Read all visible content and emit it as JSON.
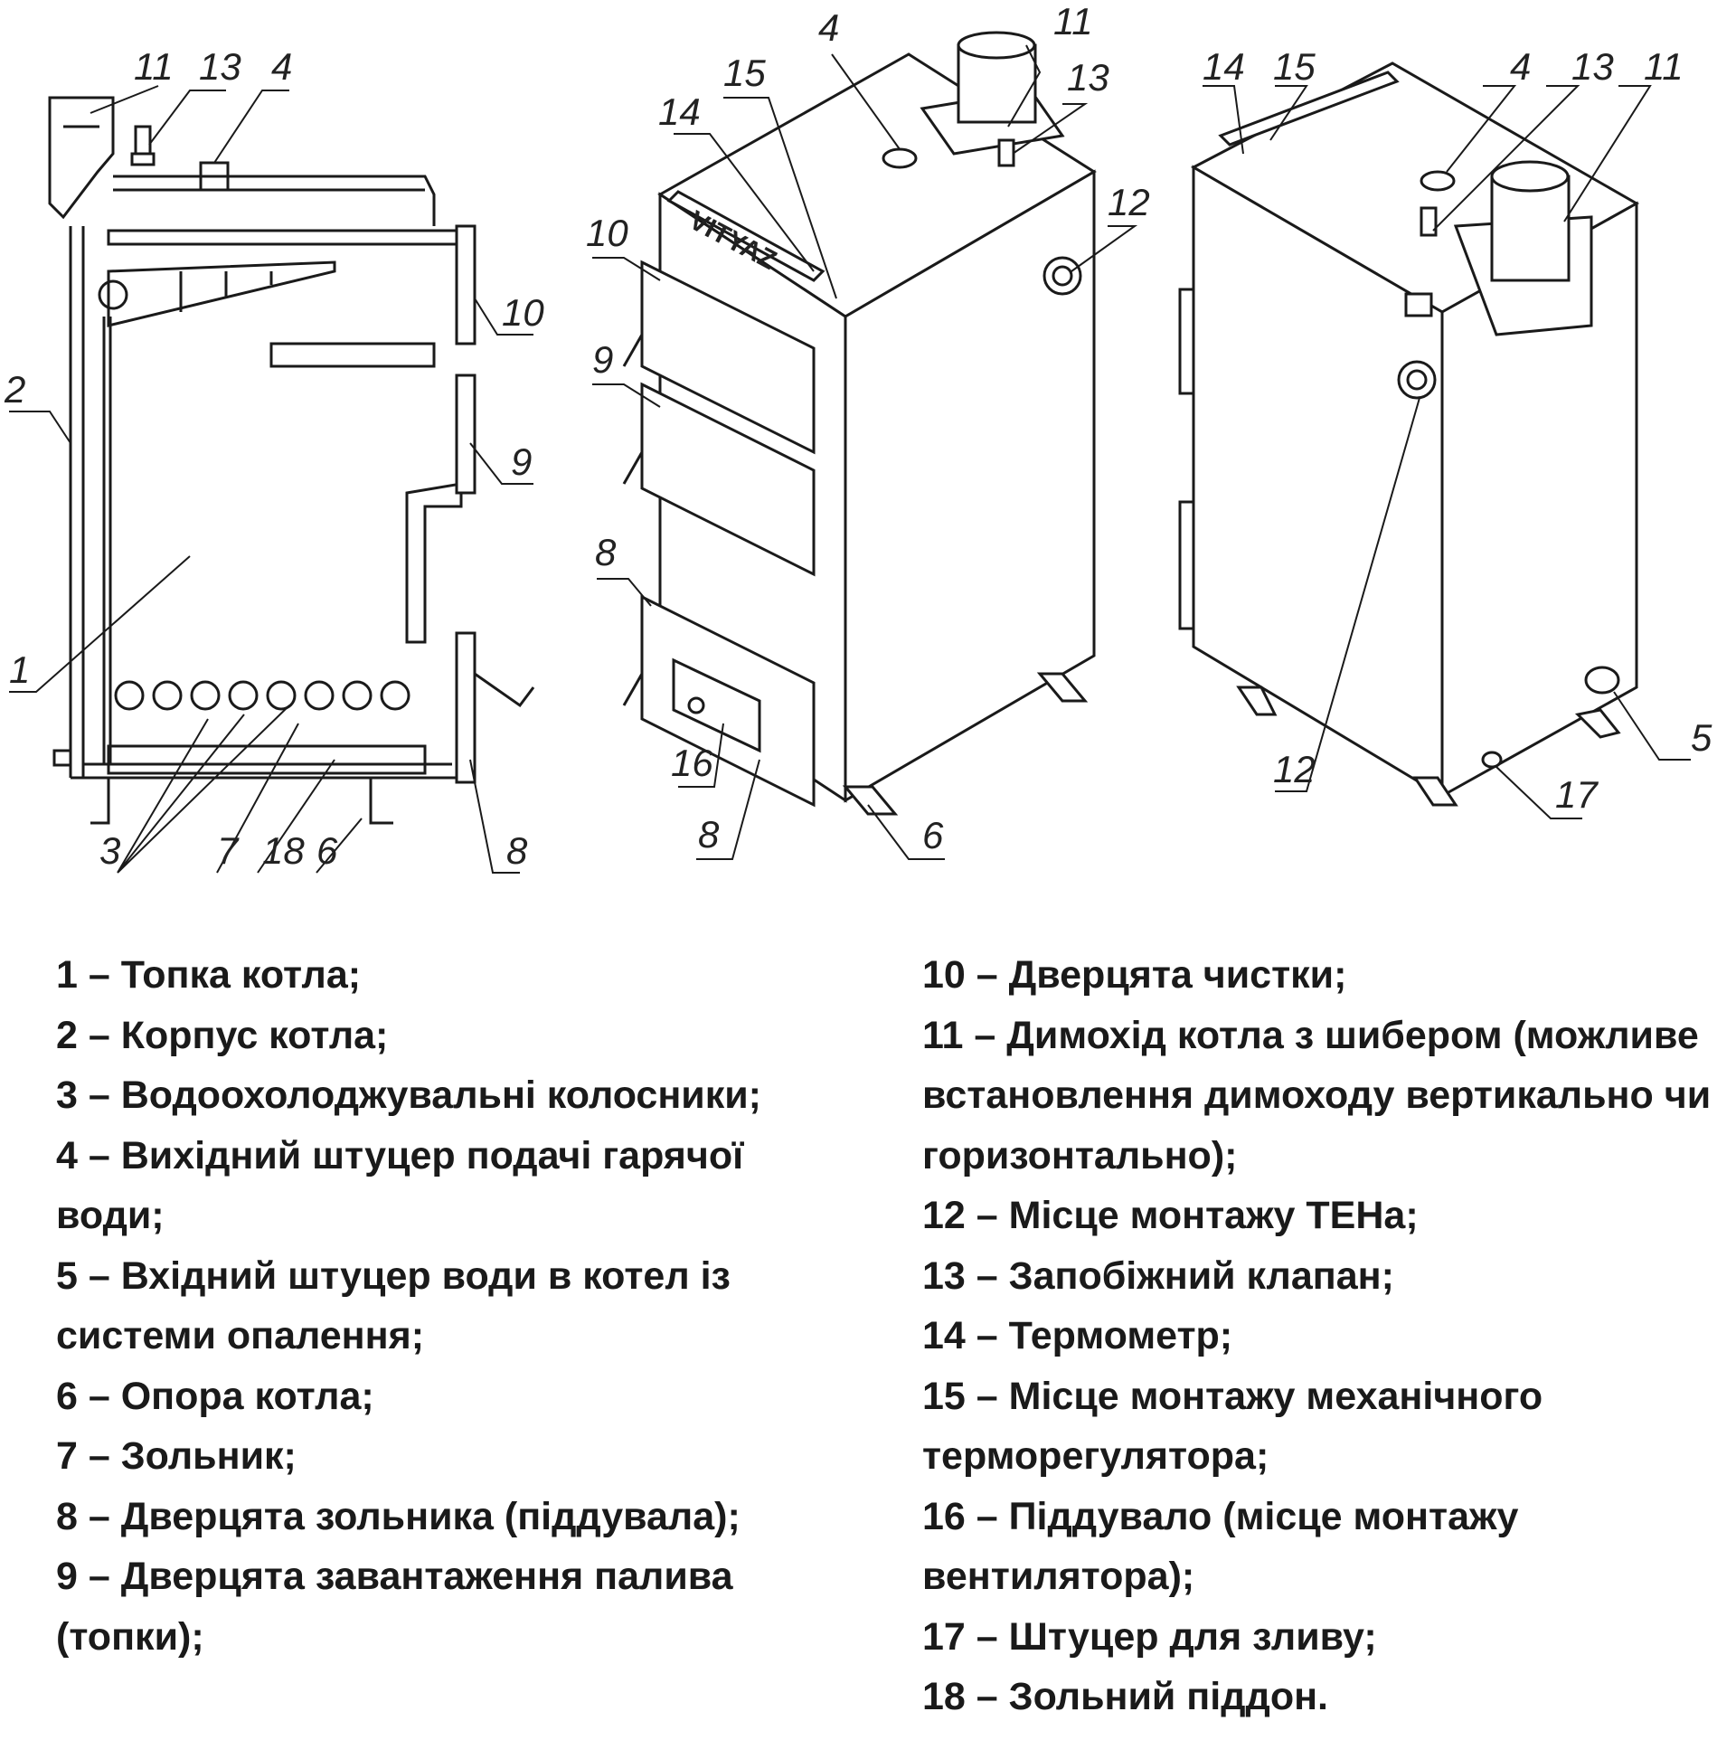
{
  "callouts": {
    "section": [
      "11",
      "13",
      "4",
      "2",
      "10",
      "9",
      "1",
      "3",
      "7",
      "18",
      "6",
      "8"
    ],
    "front": [
      "4",
      "11",
      "13",
      "15",
      "14",
      "10",
      "12",
      "9",
      "8",
      "16",
      "8",
      "6"
    ],
    "back": [
      "14",
      "15",
      "4",
      "13",
      "11",
      "12",
      "5",
      "17"
    ]
  },
  "brand_label": "VITYAZ",
  "legend_left": [
    "1 – Топка котла;",
    "2 – Корпус котла;",
    "3 – Водоохолоджувальні колосники;",
    "4 – Вихідний штуцер подачі гарячої",
    "води;",
    "5 – Вхідний штуцер води в котел із",
    "системи опалення;",
    "6 – Опора котла;",
    "7 – Зольник;",
    "8 – Дверцята зольника (піддувала);",
    "9 – Дверцята завантаження палива",
    "(топки);"
  ],
  "legend_right": [
    "10 – Дверцята чистки;",
    "11 – Димохід котла з шибером (можливе",
    "встановлення димоходу вертикально чи",
    "горизонтально);",
    "12 – Місце монтажу ТЕНа;",
    "13 – Запобіжний клапан;",
    "14 – Термометр;",
    "15 – Місце монтажу механічного",
    "терморегулятора;",
    "16 – Піддувало (місце монтажу",
    "вентилятора);",
    "17 – Штуцер для зливу;",
    "18 – Зольний піддон."
  ]
}
